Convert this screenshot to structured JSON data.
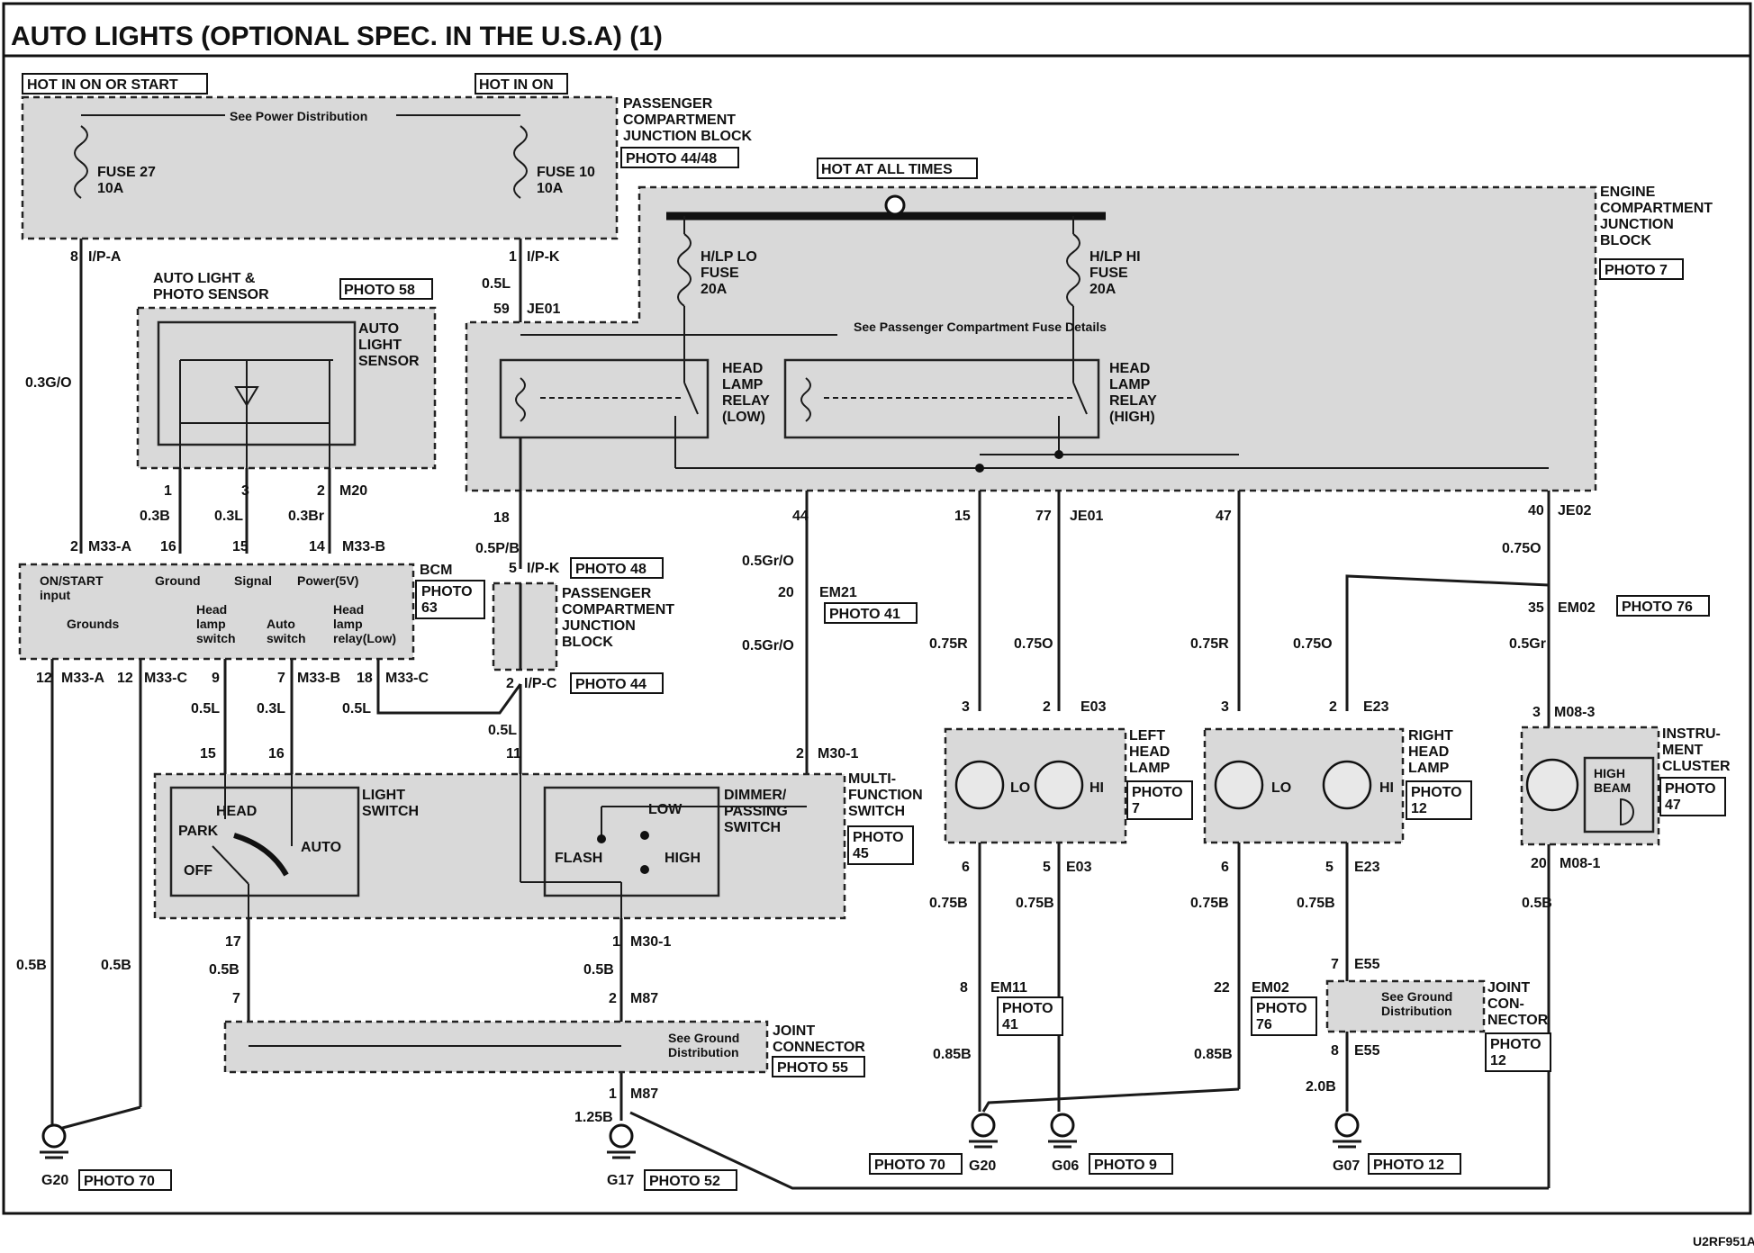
{
  "title": "AUTO LIGHTS (OPTIONAL SPEC. IN THE U.S.A) (1)",
  "figure_code": "U2RF951A",
  "power": {
    "hot_run": "HOT IN ON OR START",
    "hot_on": "HOT IN ON",
    "hot_always": "HOT AT ALL TIMES",
    "see_power": "See Power Distribution",
    "see_passenger_fuse": "See Passenger Compartment Fuse Details"
  },
  "pjb": {
    "name_l1": "PASSENGER",
    "name_l2": "COMPARTMENT",
    "name_l3": "JUNCTION BLOCK",
    "photo": "PHOTO 44/48",
    "fuse27_name": "FUSE 27",
    "fuse27_rating": "10A",
    "fuse10_name": "FUSE 10",
    "fuse10_rating": "10A"
  },
  "ejb": {
    "name_l1": "ENGINE",
    "name_l2": "COMPARTMENT",
    "name_l3": "JUNCTION",
    "name_l4": "BLOCK",
    "photo": "PHOTO 7",
    "fuse_lo_l1": "H/LP LO",
    "fuse_lo_l2": "FUSE",
    "fuse_lo_rating": "20A",
    "fuse_hi_l1": "H/LP HI",
    "fuse_hi_l2": "FUSE",
    "fuse_hi_rating": "20A",
    "relay_low_l1": "HEAD",
    "relay_low_l2": "LAMP",
    "relay_low_l3": "RELAY",
    "relay_low_l4": "(LOW)",
    "relay_high_l1": "HEAD",
    "relay_high_l2": "LAMP",
    "relay_high_l3": "RELAY",
    "relay_high_l4": "(HIGH)"
  },
  "sensor": {
    "name_l1": "AUTO LIGHT &",
    "name_l2": "PHOTO SENSOR",
    "photo": "PHOTO 58",
    "inner_l1": "AUTO",
    "inner_l2": "LIGHT",
    "inner_l3": "SENSOR"
  },
  "bcm": {
    "name": "BCM",
    "photo_l1": "PHOTO",
    "photo_l2": "63",
    "pin_on_l1": "ON/START",
    "pin_on_l2": "input",
    "pin_ground": "Ground",
    "pin_signal": "Signal",
    "pin_power": "Power(5V)",
    "pin_grounds": "Grounds",
    "pin_hls_l1": "Head",
    "pin_hls_l2": "lamp",
    "pin_hls_l3": "switch",
    "pin_auto_l1": "Auto",
    "pin_auto_l2": "switch",
    "pin_relay_l1": "Head",
    "pin_relay_l2": "lamp",
    "pin_relay_l3": "relay(Low)"
  },
  "pjb2": {
    "name_l1": "PASSENGER",
    "name_l2": "COMPARTMENT",
    "name_l3": "JUNCTION",
    "name_l4": "BLOCK",
    "photo_top": "PHOTO 48",
    "photo_bottom": "PHOTO 44"
  },
  "mfs": {
    "name_l1": "MULTI-",
    "name_l2": "FUNCTION",
    "name_l3": "SWITCH",
    "photo_l1": "PHOTO",
    "photo_l2": "45",
    "light_l1": "LIGHT",
    "light_l2": "SWITCH",
    "head": "HEAD",
    "park": "PARK",
    "off": "OFF",
    "auto": "AUTO",
    "dimmer_l1": "DIMMER/",
    "dimmer_l2": "PASSING",
    "dimmer_l3": "SWITCH",
    "low": "LOW",
    "flash": "FLASH",
    "high": "HIGH"
  },
  "lamps": {
    "left_l1": "LEFT",
    "left_l2": "HEAD",
    "left_l3": "LAMP",
    "left_photo_l1": "PHOTO",
    "left_photo_l2": "7",
    "right_l1": "RIGHT",
    "right_l2": "HEAD",
    "right_l3": "LAMP",
    "right_photo_l1": "PHOTO",
    "right_photo_l2": "12",
    "lo": "LO",
    "hi": "HI"
  },
  "cluster": {
    "name_l1": "INSTRU-",
    "name_l2": "MENT",
    "name_l3": "CLUSTER",
    "photo_l1": "PHOTO",
    "photo_l2": "47",
    "beam_l1": "HIGH",
    "beam_l2": "BEAM"
  },
  "joints": {
    "jc1_l1": "JOINT",
    "jc1_l2": "CONNECTOR",
    "jc1_photo": "PHOTO 55",
    "jc2_l1": "JOINT",
    "jc2_l2": "CON-",
    "jc2_l3": "NECTOR",
    "jc2_photo_l1": "PHOTO",
    "jc2_photo_l2": "12",
    "see_ground_l1": "See Ground",
    "see_ground_l2": "Distribution"
  },
  "grounds": {
    "g20": "G20",
    "g20_photo": "PHOTO 70",
    "g17": "G17",
    "g17_photo": "PHOTO 52",
    "g20b_photo": "PHOTO 70",
    "g20b": "G20",
    "g06": "G06",
    "g06_photo": "PHOTO 9",
    "g07": "G07",
    "g07_photo": "PHOTO 12"
  },
  "connectors": {
    "ipa": "I/P-A",
    "ipk": "I/P-K",
    "je01": "JE01",
    "je02": "JE02",
    "m20": "M20",
    "m33a": "M33-A",
    "m33b": "M33-B",
    "m33c": "M33-C",
    "ipc": "I/P-C",
    "em21": "EM21",
    "em21_photo": "PHOTO 41",
    "em02": "EM02",
    "em02_photo": "PHOTO 76",
    "m301": "M30-1",
    "m87": "M87",
    "e03": "E03",
    "e23": "E23",
    "m083": "M08-3",
    "m081": "M08-1",
    "em11": "EM11",
    "em11_photo_l1": "PHOTO",
    "em11_photo_l2": "41",
    "em02b": "EM02",
    "em02b_photo_l1": "PHOTO",
    "em02b_photo_l2": "76",
    "e55": "E55"
  },
  "pins": {
    "p8": "8",
    "p1": "1",
    "p59": "59",
    "p1b": "1",
    "p3": "3",
    "p2": "2",
    "p2b": "2",
    "p16": "16",
    "p15": "15",
    "p14": "14",
    "p18": "18",
    "p5": "5",
    "p2c": "2",
    "p11": "11",
    "p44": "44",
    "p20": "20",
    "p2d": "2",
    "p15b": "15",
    "p77": "77",
    "p47": "47",
    "p40": "40",
    "p35": "35",
    "p3a": "3",
    "p2e": "2",
    "p3b": "3",
    "p2f": "2",
    "p3c": "3",
    "p6a": "6",
    "p5a": "5",
    "p6b": "6",
    "p5b": "5",
    "p20b": "20",
    "p12a": "12",
    "p12b": "12",
    "p9": "9",
    "p7": "7",
    "p18b": "18",
    "p15c": "15",
    "p16b": "16",
    "p17": "17",
    "p1c": "1",
    "p7b": "7",
    "p2g": "2",
    "p1d": "1",
    "p8b": "8",
    "p22": "22",
    "p7c": "7",
    "p8c": "8"
  },
  "wires": {
    "w03go": "0.3G/O",
    "w05l_a": "0.5L",
    "w03b": "0.3B",
    "w03l": "0.3L",
    "w03br": "0.3Br",
    "w05pb": "0.5P/B",
    "w05l_b": "0.5L",
    "w05l_c": "0.5L",
    "w05l_d": "0.5L",
    "w03l_b": "0.3L",
    "w05gro_a": "0.5Gr/O",
    "w05gro_b": "0.5Gr/O",
    "w075r_a": "0.75R",
    "w075o_a": "0.75O",
    "w075r_b": "0.75R",
    "w075o_b": "0.75O",
    "w075o_c": "0.75O",
    "w05gr": "0.5Gr",
    "w05b_a": "0.5B",
    "w05b_b": "0.5B",
    "w05b_c": "0.5B",
    "w05b_d": "0.5B",
    "w075b_a": "0.75B",
    "w075b_b": "0.75B",
    "w075b_c": "0.75B",
    "w075b_d": "0.75B",
    "w05b_e": "0.5B",
    "w125b": "1.25B",
    "w085b_a": "0.85B",
    "w085b_b": "0.85B",
    "w20b": "2.0B"
  }
}
